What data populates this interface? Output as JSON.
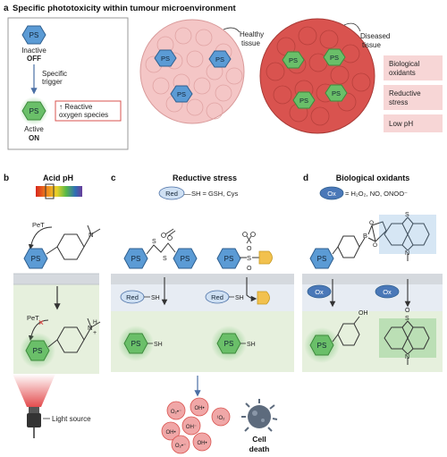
{
  "panel_a": {
    "label": "a",
    "title": "Specific phototoxicity within tumour microenvironment",
    "inactive_top": "Inactive",
    "inactive_bottom": "OFF",
    "trigger_line1": "Specific",
    "trigger_line2": "trigger",
    "active_top": "Active",
    "active_bottom": "ON",
    "ros_line1": "↑ Reactive",
    "ros_line2": "oxygen species",
    "healthy_line1": "Healthy",
    "healthy_line2": "tissue",
    "diseased_line1": "Diseased",
    "diseased_line2": "tissue",
    "bio_line1": "Biological",
    "bio_line2": "oxidants",
    "reductive_line1": "Reductive",
    "reductive_line2": "stress",
    "lowph": "Low pH"
  },
  "ps": "PS",
  "panel_b": {
    "label": "b",
    "title": "Acid pH",
    "pet": "PeT",
    "nh": "H",
    "plus": "+",
    "light_source": "Light source"
  },
  "panel_c": {
    "label": "c",
    "title": "Reductive stress",
    "red": "Red",
    "legend": "SH = GSH, Cys",
    "sh": "SH",
    "s": "S",
    "o": "O",
    "ros1": "O₂•⁻",
    "ros2": "OH•",
    "ros3": "¹O₂",
    "ros4": "OH⁻",
    "ros5": "OH•",
    "ros6": "O₂•⁻",
    "ros7": "OH•",
    "cell_death_line1": "Cell",
    "cell_death_line2": "death"
  },
  "panel_d": {
    "label": "d",
    "title": "Biological oxidants",
    "ox": "Ox",
    "legend": "= H₂O₂, NO, ONOO⁻",
    "b": "B",
    "o": "O",
    "s": "S",
    "n": "N",
    "oh": "OH"
  },
  "colors": {
    "blue": "#5b9bd5",
    "green": "#6abf69",
    "healthy": "#f4c6c6",
    "diseased": "#d9534f",
    "pink_box": "#f7d6d6",
    "membrane": "#d5d9de",
    "intracellular_blue": "#e7ecf3",
    "intracellular_green": "#e6f0dd"
  }
}
